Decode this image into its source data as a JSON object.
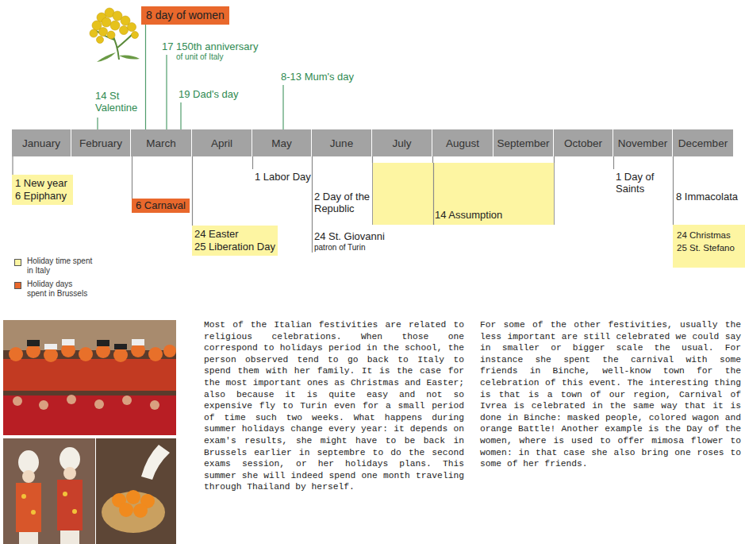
{
  "diagram": {
    "nodes": [
      {
        "text": [
          "8 day of women"
        ]
      },
      {
        "text": [
          "January"
        ]
      },
      {
        "text": [
          "February"
        ]
      },
      {
        "text": [
          "March"
        ]
      },
      {
        "text": [
          "April"
        ]
      },
      {
        "text": [
          "May"
        ]
      },
      {
        "text": [
          "June"
        ]
      },
      {
        "text": [
          "July"
        ]
      },
      {
        "text": [
          "August"
        ]
      },
      {
        "text": [
          "September"
        ]
      },
      {
        "text": [
          "October"
        ]
      },
      {
        "text": [
          "November"
        ]
      },
      {
        "text": [
          "December"
        ]
      },
      {
        "text": [
          "1 New year",
          "6 Epiphany"
        ]
      },
      {
        "text": [
          "6 Carnaval"
        ]
      },
      {
        "text": [
          "24 Easter",
          "25 Liberation Day"
        ]
      },
      {
        "text": [
          "14 Assumption"
        ]
      },
      {
        "text": [
          "24 Christmas",
          "25 St. Stefano"
        ]
      }
    ],
    "edges": [
      {
        "from": 0,
        "to": 3,
        "arrow": "none"
      },
      {
        "from": 1,
        "to": 13,
        "arrow": "none"
      },
      {
        "from": 3,
        "to": 14,
        "arrow": "none"
      },
      {
        "from": 4,
        "to": 15,
        "arrow": "none"
      },
      {
        "from": 12,
        "to": 17,
        "arrow": "none"
      }
    ],
    "labels": [
      "14 St Valentine",
      "17 150th anniversary",
      "of unit of Italy",
      "19 Dad's day",
      "8-13 Mum's day",
      "1 Labor Day",
      "2 Day of the Republic",
      "24 St. Giovanni",
      "patron of Turin",
      "1 Day of Saints",
      "8 Immacolata",
      "Most of the Italian festivities are related to religious celebrations. When those one correspond to holidays period in the school, the person observed tend to go back to Italy to spend them with her family. It is the case for the most important ones as Christmas and Easter; also because it is quite easy and not so expensive fly to Turin even for a small period of time such two weeks. What happens during summer holidays change every year: it depends on exam's results, she might have to be back in Brussels earlier in septembre to do the second exams session, or her holidays plans. This summer she will indeed spend one month traveling through Thailand by herself.",
      "For some of the other festivities, usually the less important are still celebrated we could say in smaller or bigger scale the usual. For instance she spent the carnival with some friends in Binche, well-know town for the celebration of this event. The interesting thing is that is a town of our region, Carnival of Ivrea is celebrated in the same way that it is done in Binche: masked people, colored wagon and orange Battle! Another example is the Day of the women, where is used to offer mimosa flower to women: in that case she also bring one roses to some of her friends."
    ],
    "legend": [
      {
        "text": "Holiday time spent in Italy",
        "color": "#fdf5a2"
      },
      {
        "text": "Holiday days spent in Brussels",
        "color": "#e9682c"
      }
    ]
  }
}
